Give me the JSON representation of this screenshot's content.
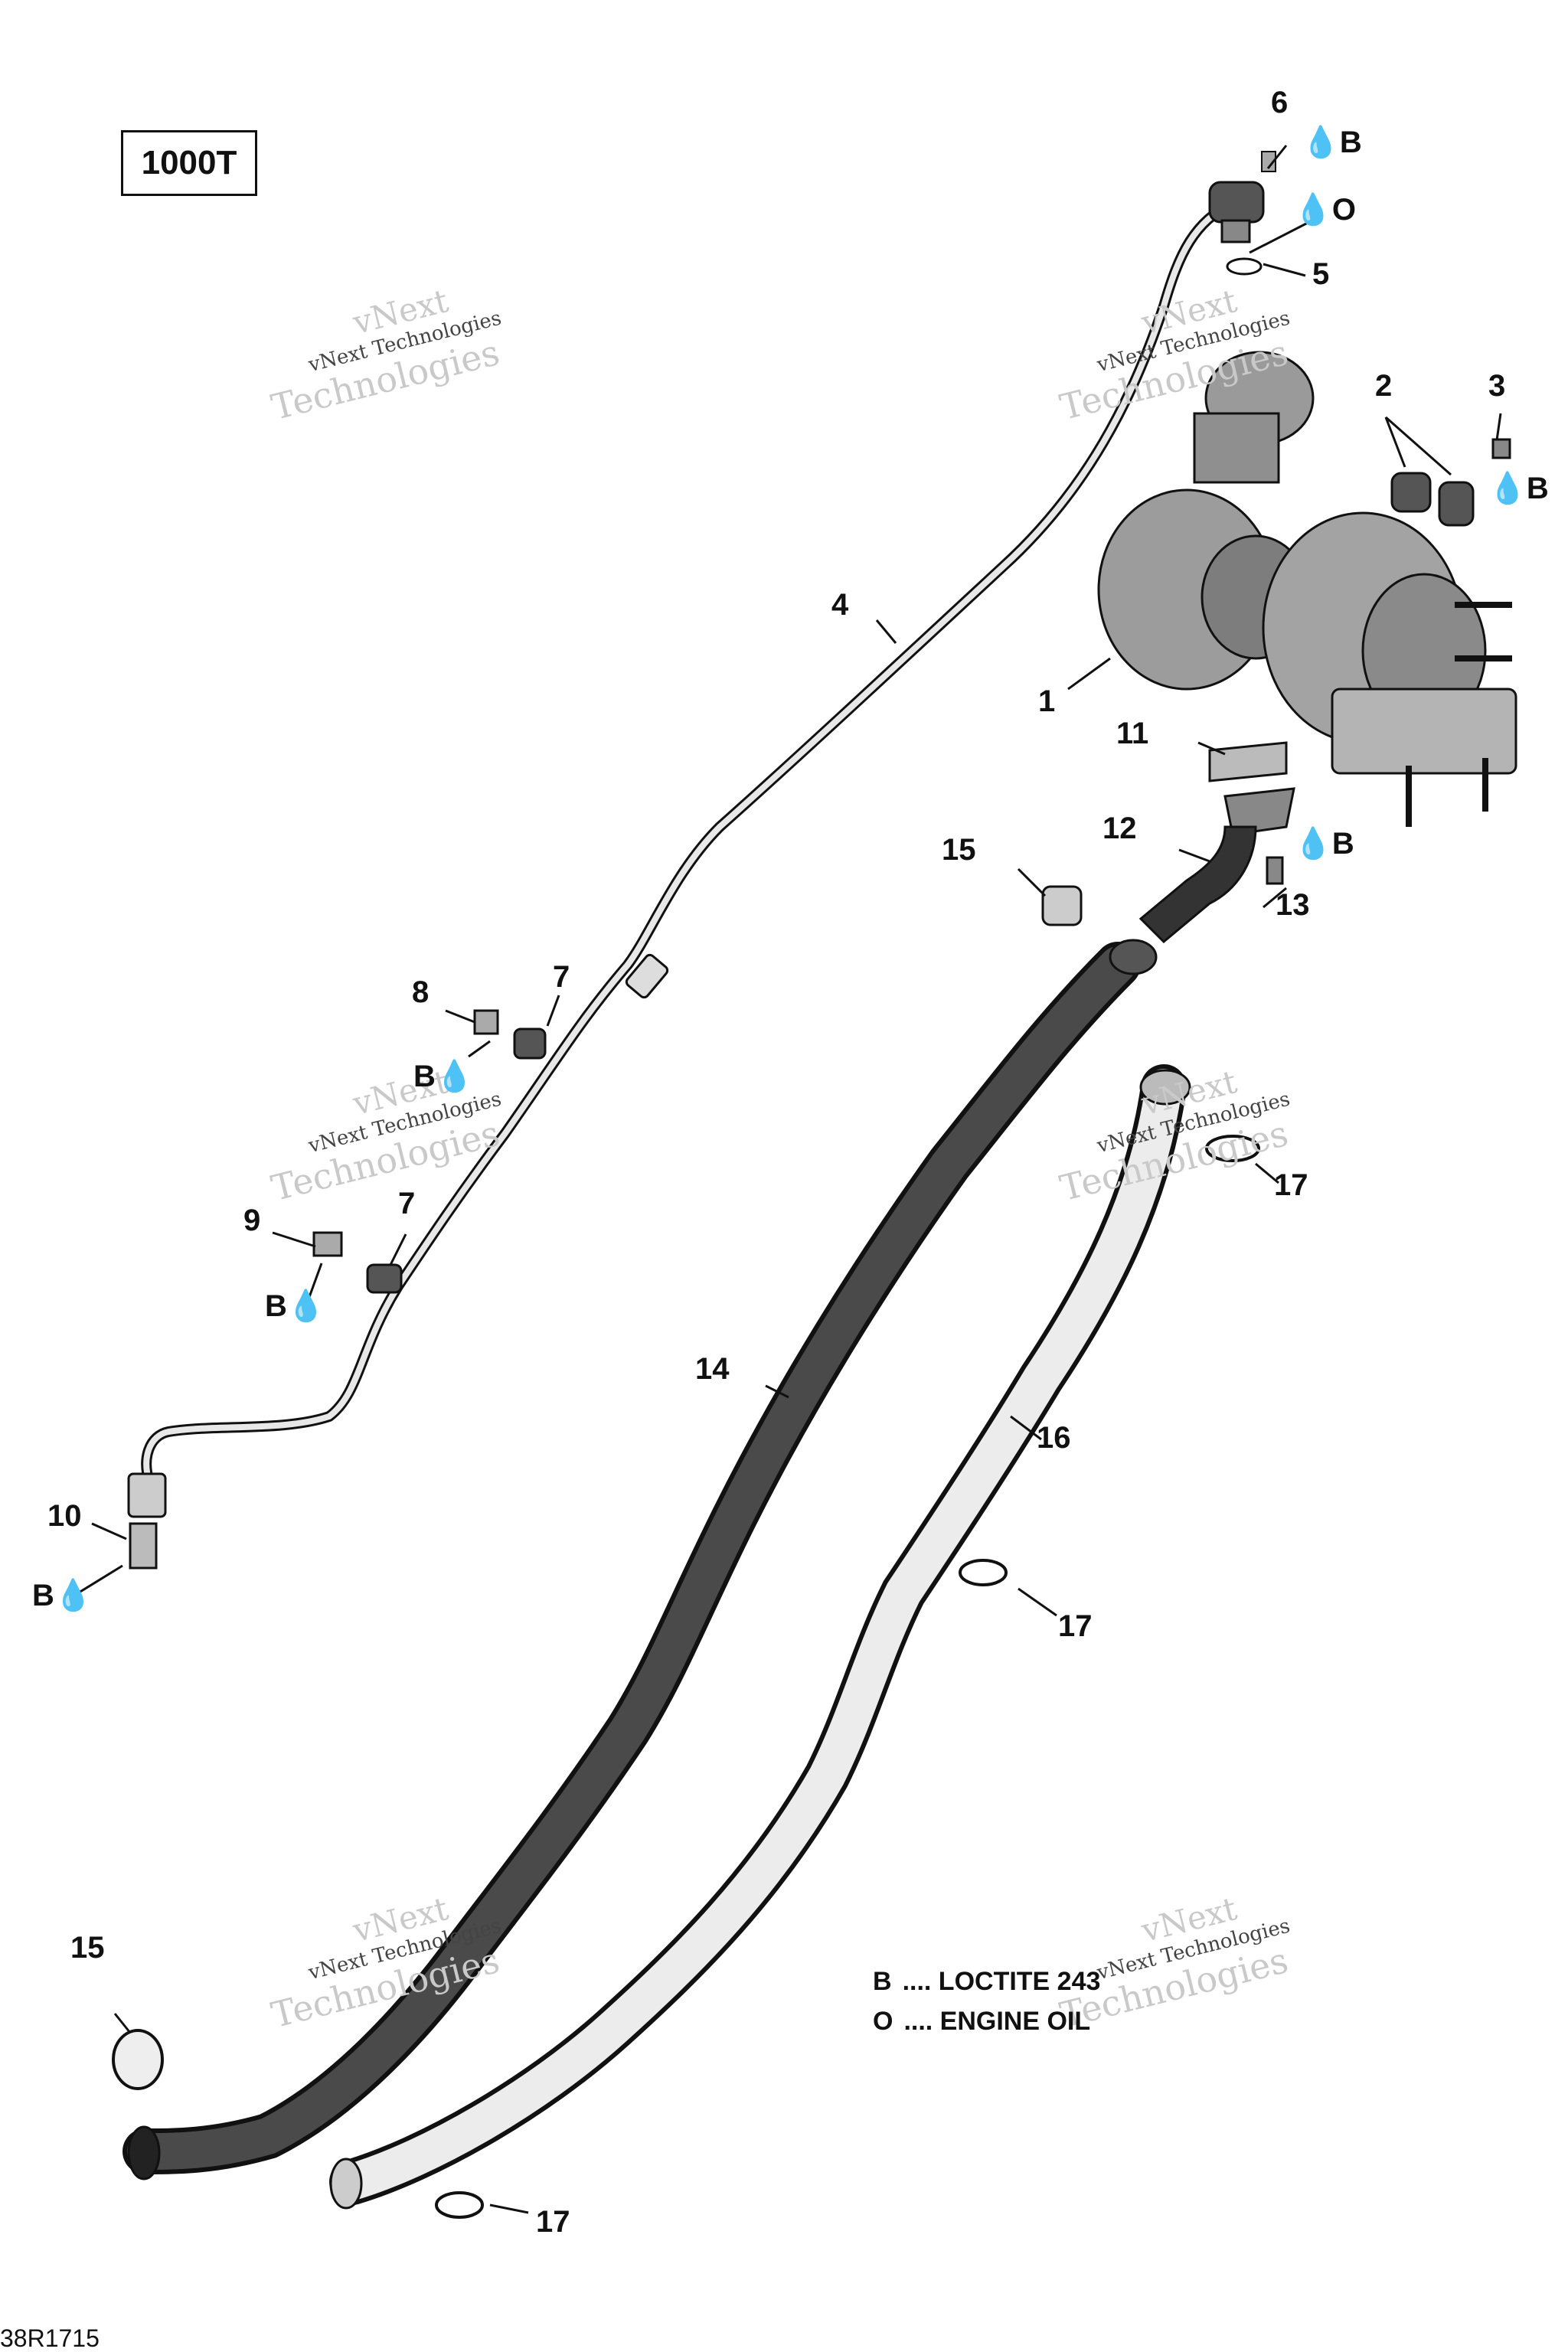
{
  "model_badge": "1000T",
  "reference_code": "38R1715",
  "watermark": {
    "line1": "vNext",
    "line2": "vNext Technologies",
    "line3": "Technologies"
  },
  "drop_icon": "oil-drop-icon",
  "callouts": {
    "c1": "1",
    "c2": "2",
    "c3": "3",
    "c4": "4",
    "c5": "5",
    "c6": "6",
    "c7a": "7",
    "c7b": "7",
    "c8": "8",
    "c9": "9",
    "c10": "10",
    "c11": "11",
    "c12": "12",
    "c13": "13",
    "c14": "14",
    "c15a": "15",
    "c15b": "15",
    "c16": "16",
    "c17a": "17",
    "c17b": "17",
    "c17c": "17"
  },
  "annotations": {
    "b1": "B",
    "o1": "O",
    "b2": "B",
    "b3": "B",
    "b4": "B",
    "b5": "B",
    "b6": "B"
  },
  "legend": {
    "items": [
      {
        "code": "B",
        "text": ".... LOCTITE 243"
      },
      {
        "code": "O",
        "text": ".... ENGINE OIL"
      }
    ]
  },
  "colors": {
    "line": "#111111",
    "hose_dark": "#3a3a3a",
    "hose_light": "#e6e6e6",
    "part_gray": "#8a8a8a"
  }
}
